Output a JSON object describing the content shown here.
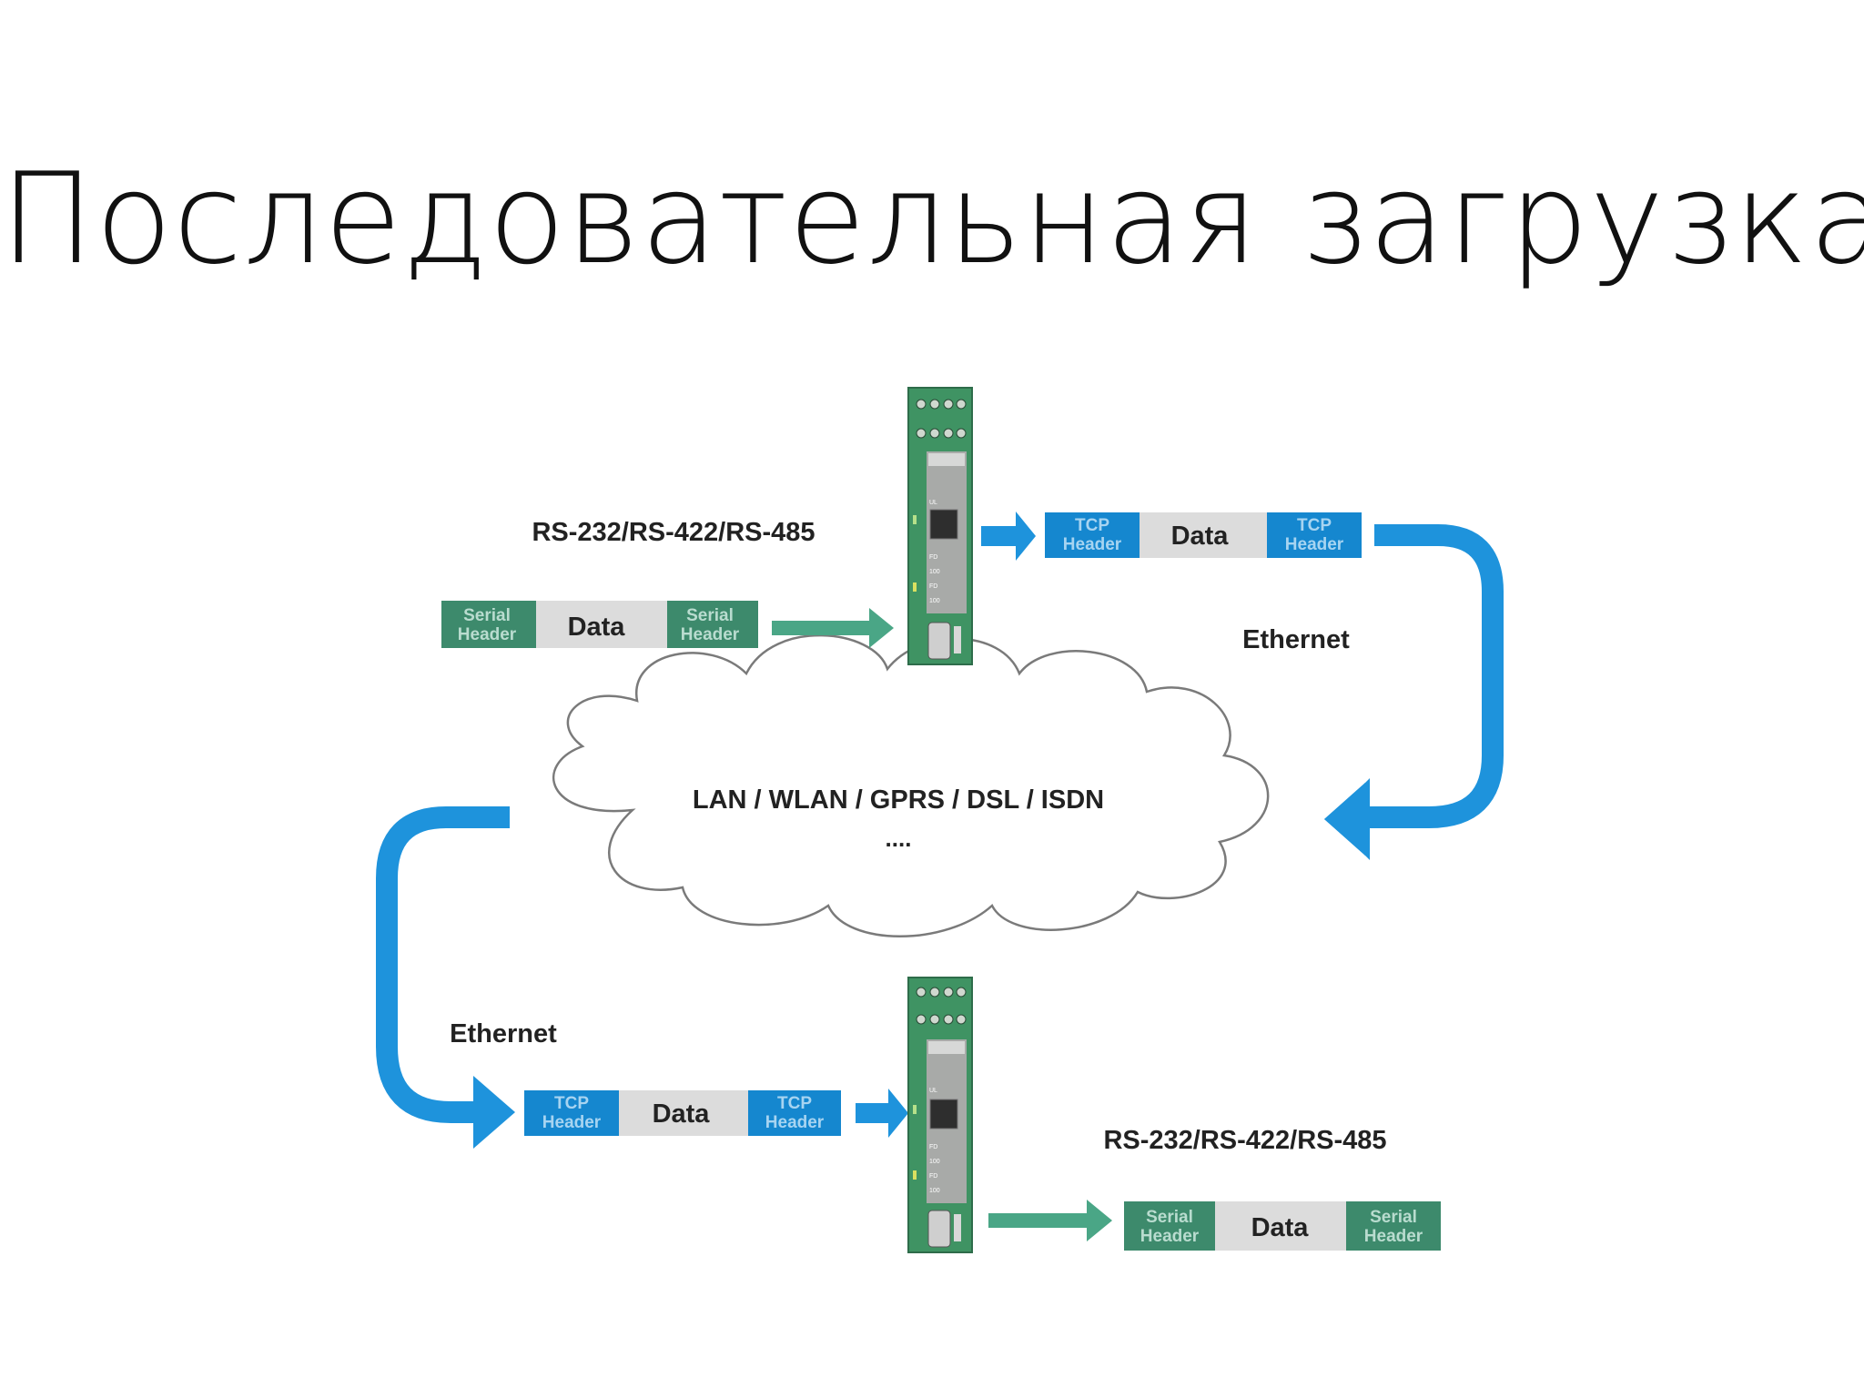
{
  "slide": {
    "title": "Последовательная загрузка"
  },
  "colors": {
    "tcp_blue": "#1587cf",
    "flow_blue": "#1e93dc",
    "serial_green": "#3d8a6c",
    "serial_arrow": "#4aa686",
    "data_gray": "#dcdcdc",
    "device_green": "#3f9363",
    "device_gray": "#a8aaa8"
  },
  "top": {
    "interface_label": "RS-232/RS-422/RS-485",
    "serial_packet": [
      "Serial\nHeader",
      "Data",
      "Serial\nHeader"
    ],
    "tcp_packet": [
      "TCP\nHeader",
      "Data",
      "TCP\nHeader"
    ],
    "ethernet_label": "Ethernet"
  },
  "network": {
    "line1": "LAN / WLAN / GPRS / DSL / ISDN",
    "line2": "...."
  },
  "bottom": {
    "ethernet_label": "Ethernet",
    "tcp_packet": [
      "TCP\nHeader",
      "Data",
      "TCP\nHeader"
    ],
    "interface_label": "RS-232/RS-422/RS-485",
    "serial_packet": [
      "Serial\nHeader",
      "Data",
      "Serial\nHeader"
    ]
  },
  "device": {
    "port_labels": [
      "UL",
      "FD",
      "100",
      "FD",
      "100"
    ]
  }
}
